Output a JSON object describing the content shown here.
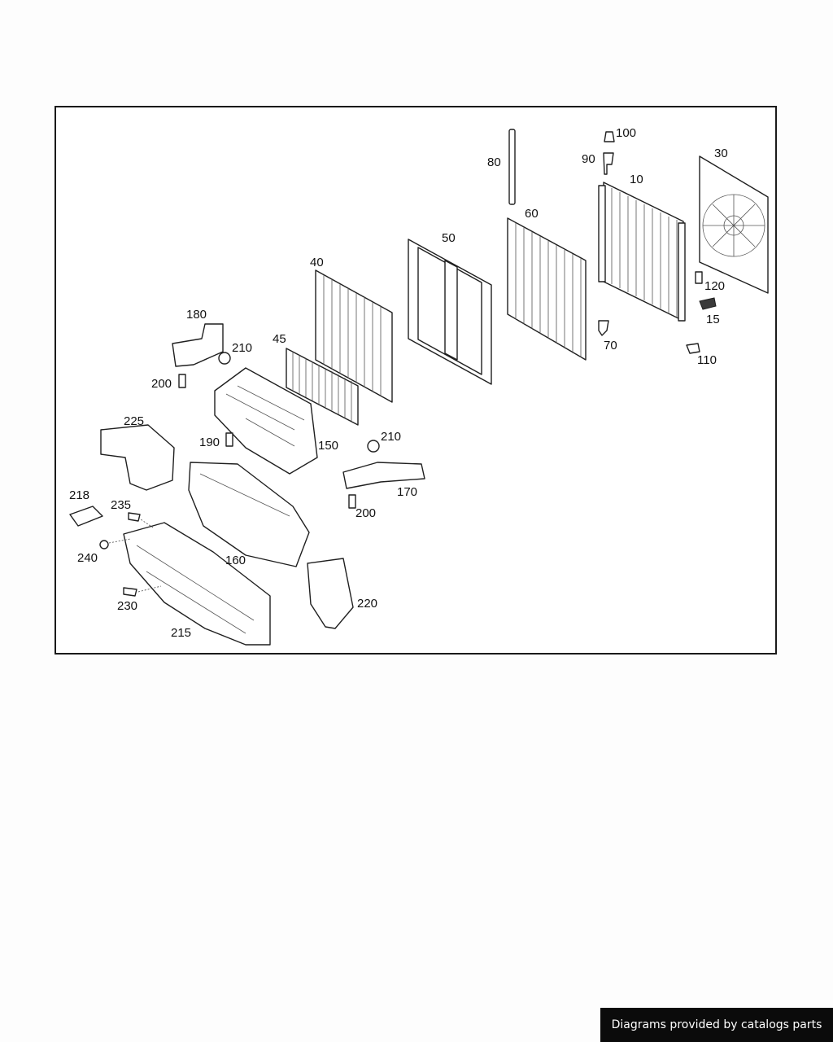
{
  "diagram": {
    "callouts": [
      "100",
      "90",
      "80",
      "30",
      "10",
      "60",
      "50",
      "40",
      "120",
      "15",
      "180",
      "210",
      "45",
      "70",
      "110",
      "200",
      "225",
      "190",
      "150",
      "210",
      "170",
      "218",
      "235",
      "200",
      "240",
      "160",
      "230",
      "220",
      "215"
    ]
  },
  "footer": {
    "credit": "Diagrams provided by catalogs parts"
  },
  "colors": {
    "line": "#1f1f1f",
    "banner_bg": "#0b0b0b",
    "banner_text": "#ffffff"
  }
}
